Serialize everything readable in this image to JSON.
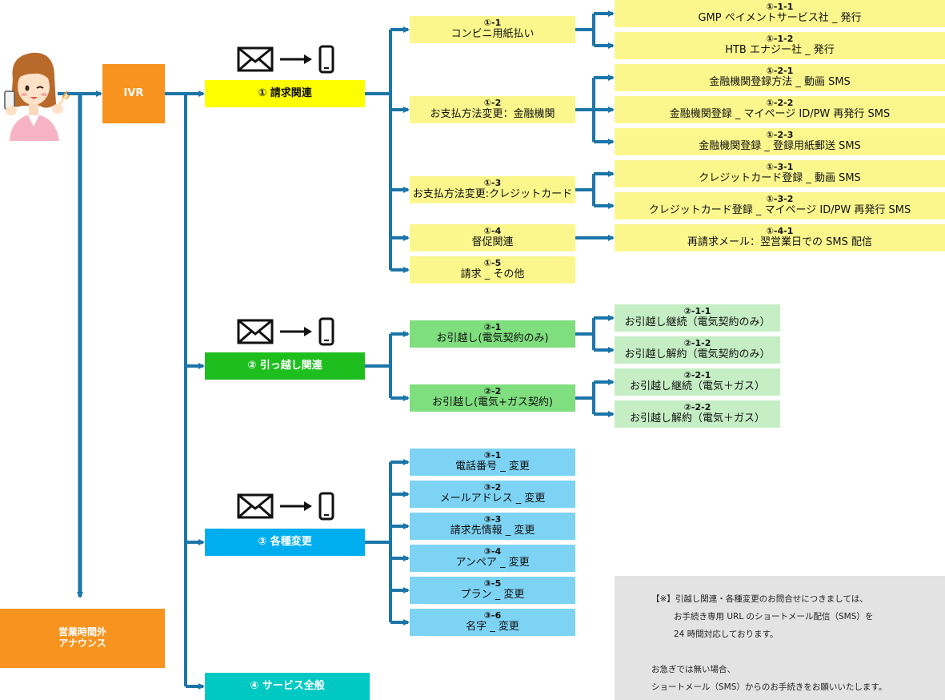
{
  "ivr_label": "IVR",
  "after_hours": [
    "営業時間外",
    "アナウンス"
  ],
  "categories": {
    "c1": "① 請求関連",
    "c2": "② 引っ越し関連",
    "c3": "③ 各種変更",
    "c4": "④ サービス全般"
  },
  "nodes": {
    "n11": {
      "num": "①-1",
      "label": "コンビニ用紙払い"
    },
    "n111": {
      "num": "①-1-1",
      "label": "GMP ペイメントサービス社 _ 発行"
    },
    "n112": {
      "num": "①-1-2",
      "label": "HTB エナジー社 _ 発行"
    },
    "n12": {
      "num": "①-2",
      "label": "お支払方法変更：金融機関"
    },
    "n121": {
      "num": "①-2-1",
      "label": "金融機関登録方法 _ 動画 SMS"
    },
    "n122": {
      "num": "①-2-2",
      "label": "金融機関登録 _ マイページ ID/PW 再発行 SMS"
    },
    "n123": {
      "num": "①-2-3",
      "label": "金融機関登録 _ 登録用紙郵送 SMS"
    },
    "n13": {
      "num": "①-3",
      "label": "お支払方法変更:クレジットカード"
    },
    "n131": {
      "num": "①-3-1",
      "label": "クレジットカード登録 _ 動画 SMS"
    },
    "n132": {
      "num": "①-3-2",
      "label": "クレジットカード登録 _ マイページ ID/PW 再発行 SMS"
    },
    "n14": {
      "num": "①-4",
      "label": "督促関連"
    },
    "n141": {
      "num": "①-4-1",
      "label": "再請求メール：翌営業日での SMS 配信"
    },
    "n15": {
      "num": "①-5",
      "label": "請求 _ その他"
    },
    "n21": {
      "num": "②-1",
      "label": "お引越し(電気契約のみ)"
    },
    "n211": {
      "num": "②-1-1",
      "label": "お引越し継続（電気契約のみ）"
    },
    "n212": {
      "num": "②-1-2",
      "label": "お引越し解約（電気契約のみ）"
    },
    "n22": {
      "num": "②-2",
      "label": "お引越し(電気+ガス契約)"
    },
    "n221": {
      "num": "②-2-1",
      "label": "お引越し継続（電気＋ガス）"
    },
    "n222": {
      "num": "②-2-2",
      "label": "お引越し解約（電気＋ガス）"
    },
    "n31": {
      "num": "③-1",
      "label": "電話番号 _ 変更"
    },
    "n32": {
      "num": "③-2",
      "label": "メールアドレス _ 変更"
    },
    "n33": {
      "num": "③-3",
      "label": "請求先情報 _ 変更"
    },
    "n34": {
      "num": "③-4",
      "label": "アンペア _ 変更"
    },
    "n35": {
      "num": "③-5",
      "label": "プラン _ 変更"
    },
    "n36": {
      "num": "③-6",
      "label": "名字 _ 変更"
    }
  },
  "note": {
    "l1": "【※】引越し関連・各種変更のお問合せにつきましては、",
    "l2": "お手続き専用 URL のショートメール配信（SMS）を",
    "l3": "24 時間対応しております。",
    "l4": "お急ぎでは無い場合、",
    "l5": "ショートメール（SMS）からのお手続きをお願いいたします。"
  },
  "colors": {
    "connector": "#1b75a8",
    "ivr": "#f7931e",
    "cat1": "#ffff00",
    "cat2": "#1fbe1f",
    "cat3": "#00aeef",
    "cat4": "#00c9c3",
    "yellow_light": "#fbf78d",
    "green_light": "#c5eec4",
    "green_mid": "#7fde7e",
    "blue_light": "#7dd3f3"
  },
  "icons": [
    "customer-avatar",
    "mail-icon",
    "arrow-right-icon",
    "smartphone-icon"
  ]
}
